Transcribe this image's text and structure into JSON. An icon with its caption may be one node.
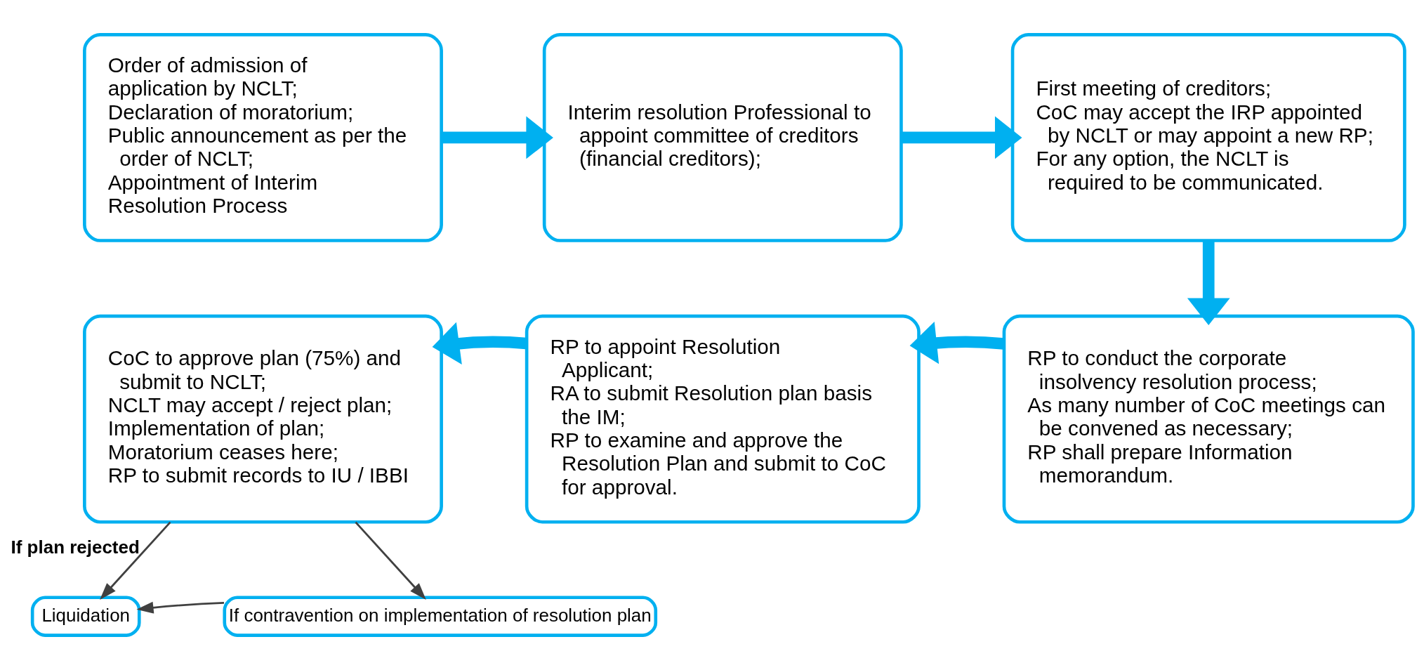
{
  "diagram": {
    "nodes": [
      {
        "text": [
          "Order of admission of",
          "application by NCLT;",
          "Declaration of moratorium;",
          "Public announcement as per the order of NCLT;",
          "Appointment of Interim",
          "Resolution Process"
        ]
      },
      {
        "text": [
          "Interim resolution Professional to appoint committee of creditors (financial creditors);"
        ]
      },
      {
        "text": [
          "First meeting of creditors;",
          "CoC may accept the IRP appointed by NCLT or may appoint a new RP;",
          "For any option, the NCLT is required to be communicated."
        ]
      },
      {
        "text": [
          "RP to conduct the corporate insolvency resolution process;",
          "As many number of CoC meetings can be convened as necessary;",
          "RP shall prepare Information memorandum."
        ]
      },
      {
        "text": [
          "RP to appoint Resolution Applicant;",
          "RA to submit Resolution plan basis the IM;",
          "RP to examine and approve the Resolution Plan and submit to CoC for approval."
        ]
      },
      {
        "text": [
          "CoC to approve plan (75%) and submit to NCLT;",
          "NCLT may accept / reject plan;",
          "Implementation of plan;",
          "Moratorium ceases here;",
          "RP to submit records to IU / IBBI"
        ]
      },
      {
        "text": [
          "Liquidation"
        ]
      },
      {
        "text": [
          "If contravention on implementation of resolution plan"
        ]
      }
    ],
    "edges": [
      {
        "from": 0,
        "to": 1,
        "arrow": "to"
      },
      {
        "from": 1,
        "to": 2,
        "arrow": "to"
      },
      {
        "from": 2,
        "to": 3,
        "arrow": "to"
      },
      {
        "from": 3,
        "to": 4,
        "arrow": "to"
      },
      {
        "from": 4,
        "to": 5,
        "arrow": "to"
      },
      {
        "from": 5,
        "to": 6,
        "arrow": "to",
        "label": "If plan rejected",
        "color": "#404040"
      },
      {
        "from": 5,
        "to": 7,
        "arrow": "to",
        "color": "#404040"
      },
      {
        "from": 7,
        "to": 6,
        "arrow": "to",
        "color": "#404040"
      }
    ]
  }
}
